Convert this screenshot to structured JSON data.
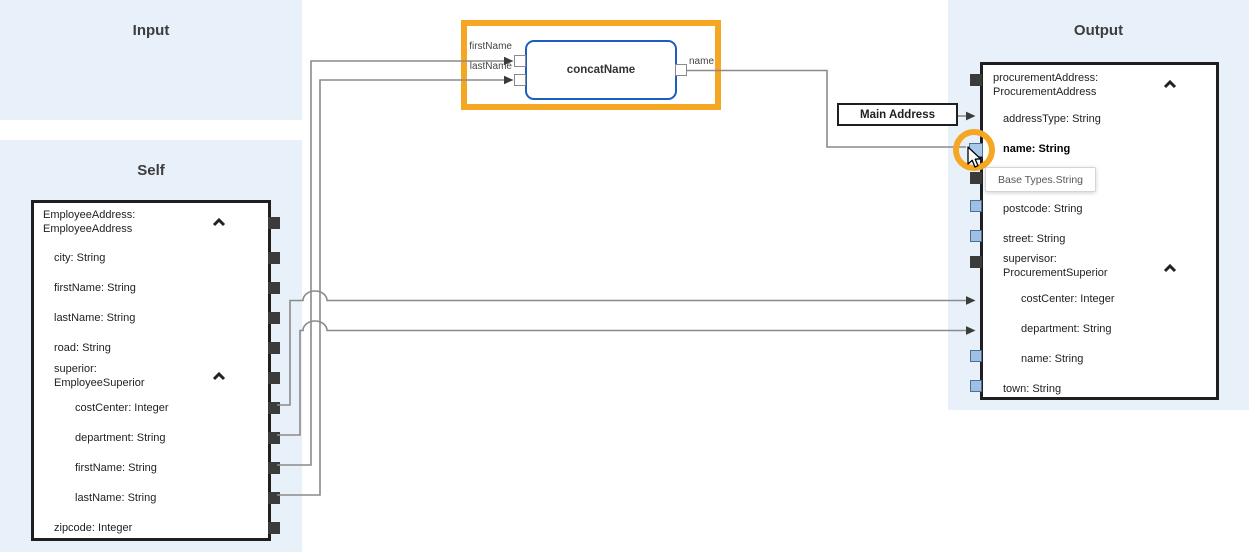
{
  "panels": {
    "input": {
      "title": "Input"
    },
    "self": {
      "title": "Self",
      "tree": {
        "items": [
          {
            "label": "EmployeeAddress: EmployeeAddress",
            "type": "node",
            "expanded": true,
            "port": "dark"
          },
          {
            "label": "city: String",
            "port": "dark"
          },
          {
            "label": "firstName: String",
            "port": "dark"
          },
          {
            "label": "lastName: String",
            "port": "dark"
          },
          {
            "label": "road: String",
            "port": "dark"
          },
          {
            "label": "superior: EmployeeSuperior",
            "type": "node",
            "expanded": true,
            "port": "dark"
          },
          {
            "label": "costCenter: Integer",
            "port": "dark"
          },
          {
            "label": "department: String",
            "port": "dark"
          },
          {
            "label": "firstName: String",
            "port": "dark"
          },
          {
            "label": "lastName: String",
            "port": "dark"
          },
          {
            "label": "zipcode: Integer",
            "port": "dark"
          }
        ]
      }
    },
    "output": {
      "title": "Output",
      "tree": {
        "items": [
          {
            "label": "procurementAddress: ProcurementAddress",
            "type": "node",
            "expanded": true,
            "port": "dark"
          },
          {
            "label": "addressType: String",
            "port": "arrow-mapped"
          },
          {
            "label": "name: String",
            "bold": true,
            "port": "highlight",
            "hovered": true
          },
          {
            "label": "",
            "port": "dark"
          },
          {
            "label": "postcode: String",
            "port": "light"
          },
          {
            "label": "street: String",
            "port": "light"
          },
          {
            "label": "supervisor: ProcurementSuperior",
            "type": "node",
            "expanded": true,
            "port": "dark"
          },
          {
            "label": "costCenter: Integer",
            "port": "arrow-mapped"
          },
          {
            "label": "department: String",
            "port": "arrow-mapped"
          },
          {
            "label": "name: String",
            "port": "light"
          },
          {
            "label": "town: String",
            "port": "light"
          }
        ]
      }
    }
  },
  "function_box": {
    "title": "concatName",
    "inputs": [
      "firstName",
      "lastName"
    ],
    "outputs": [
      "name"
    ]
  },
  "constant_box": {
    "label": "Main Address"
  },
  "tooltip": {
    "text": "Base Types.String"
  },
  "connections": [
    {
      "from": "Self: superior.firstName",
      "to": "concatName.firstName"
    },
    {
      "from": "Self: superior.lastName",
      "to": "concatName.lastName"
    },
    {
      "from": "concatName.name",
      "to": "Output: procurementAddress.name"
    },
    {
      "from": "Main Address",
      "to": "Output: procurementAddress.addressType"
    },
    {
      "from": "Self: superior.costCenter",
      "to": "Output: supervisor.costCenter"
    },
    {
      "from": "Self: superior.department",
      "to": "Output: supervisor.department"
    }
  ],
  "colors": {
    "panel_bg": "#e8f1f9",
    "highlight_orange": "#f5a623",
    "function_border": "#1c5dbf",
    "wire": "#8a8a8a",
    "port_dark": "#3b3b3b",
    "port_light_fill": "#9fc0e2",
    "port_light_border": "#4d6f9b",
    "box_border": "#1f1f1f"
  }
}
